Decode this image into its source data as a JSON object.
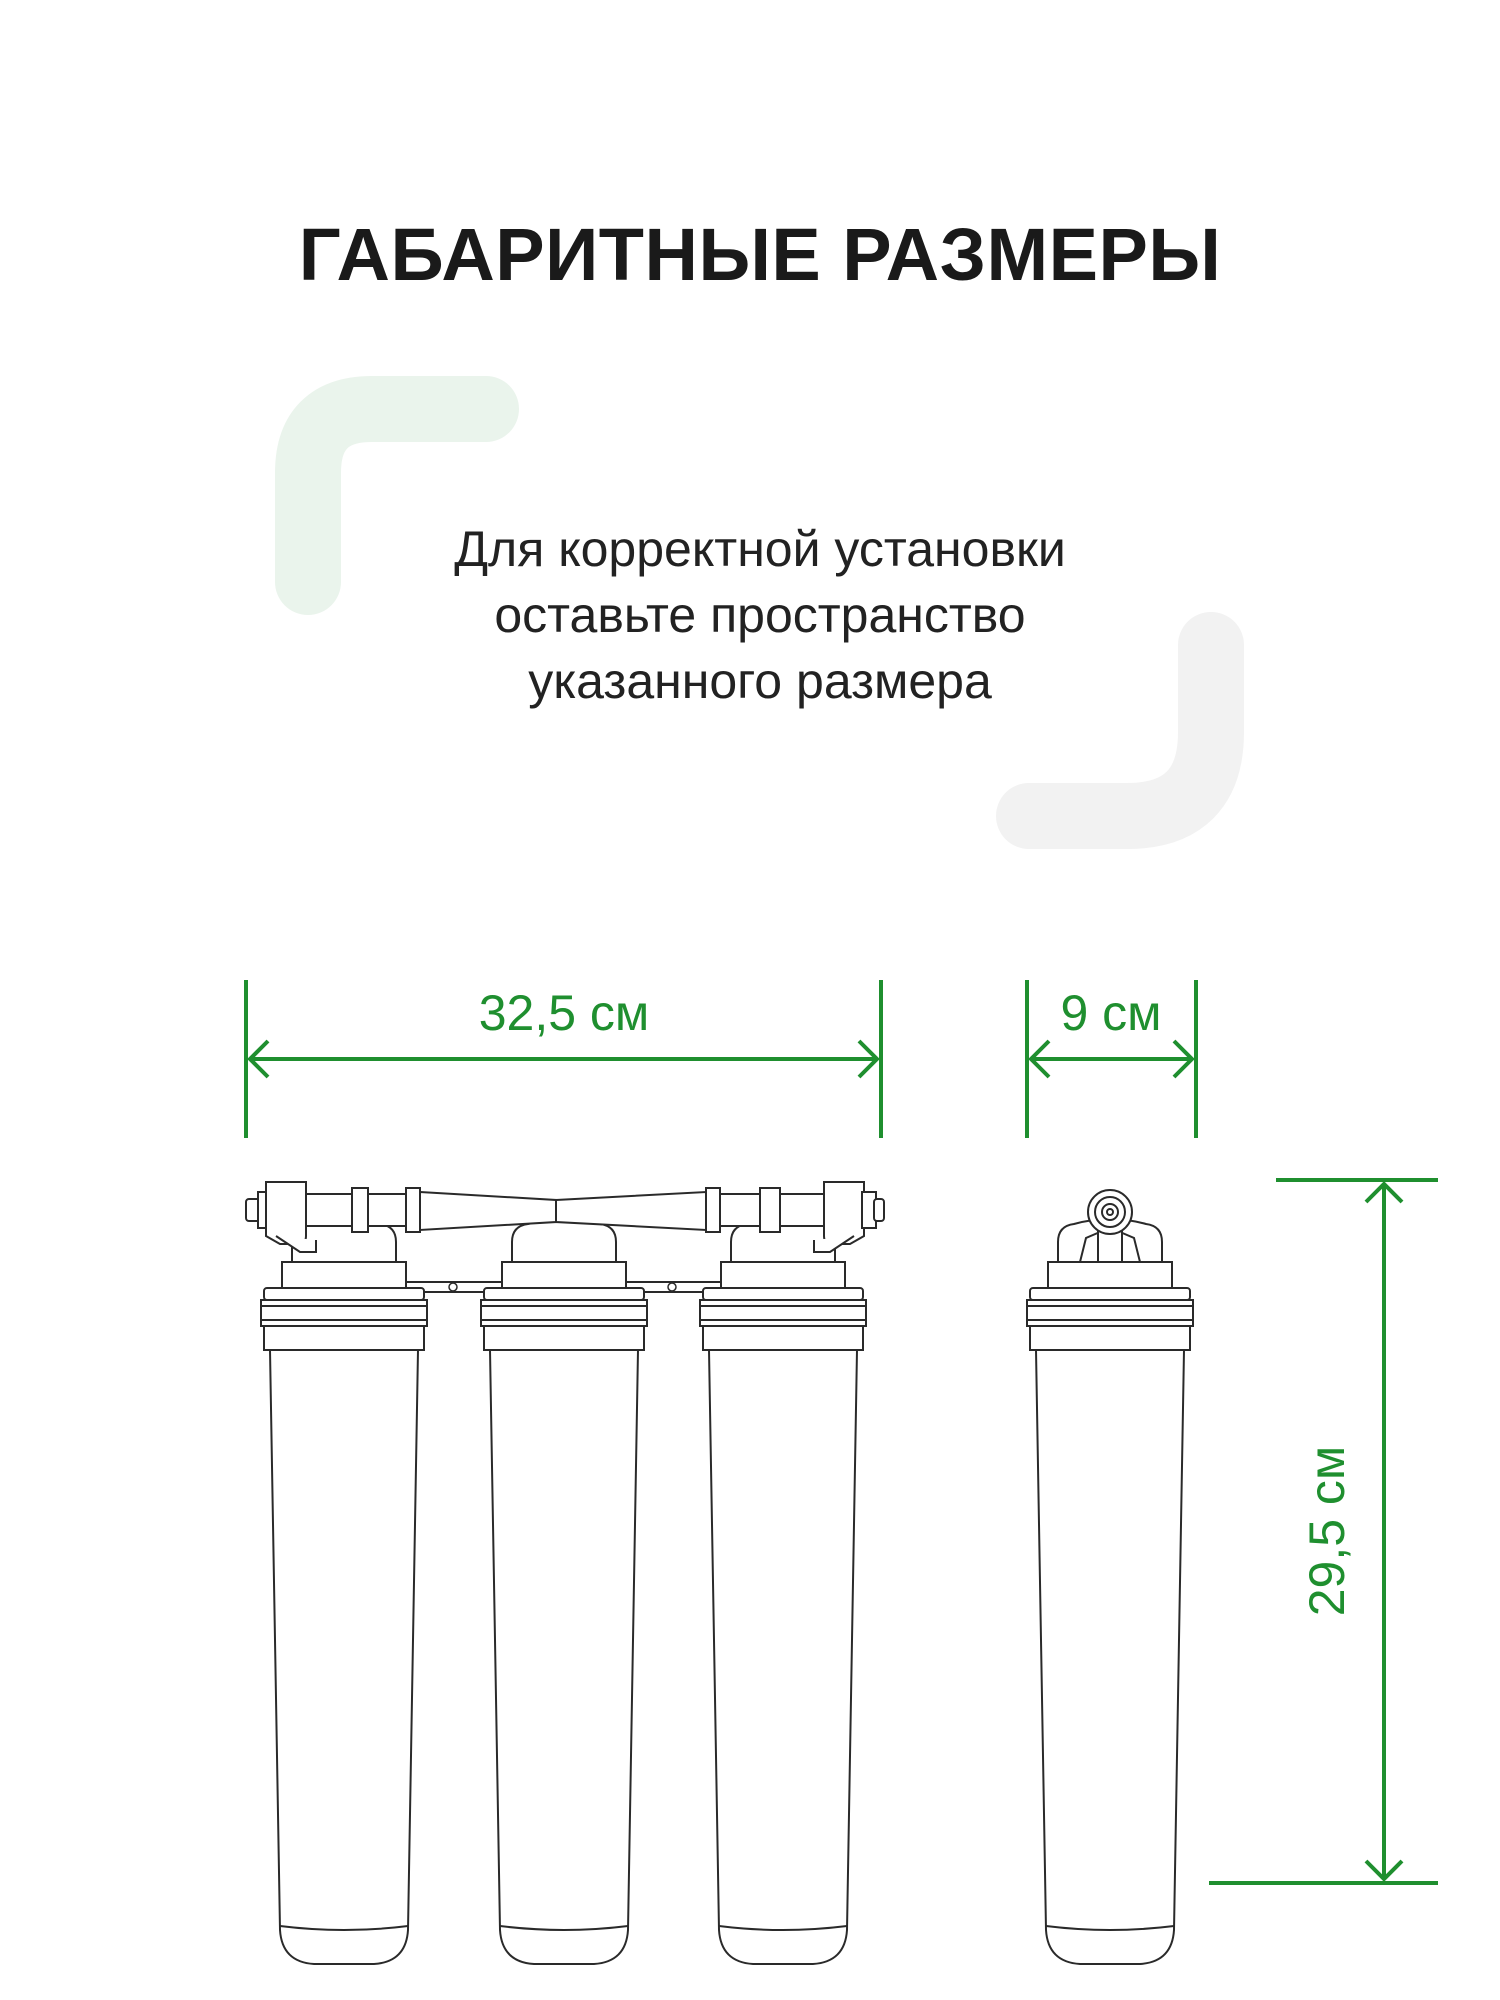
{
  "heading": "ГАБАРИТНЫЕ РАЗМЕРЫ",
  "subtitle": {
    "lines": [
      "Для корректной установки",
      "оставьте пространство",
      "указанного размера"
    ]
  },
  "dimensions": {
    "width_label": "32,5 см",
    "depth_label": "9 см",
    "height_label": "29,5 см"
  },
  "colors": {
    "accent_green": "#1f8f2f",
    "deco_green": "#eaf4ec",
    "deco_gray": "#f2f2f2",
    "line": "#2a2a2a"
  },
  "figure": {
    "front_view": "three-cartridge-filter-front-view",
    "side_view": "filter-side-view"
  }
}
